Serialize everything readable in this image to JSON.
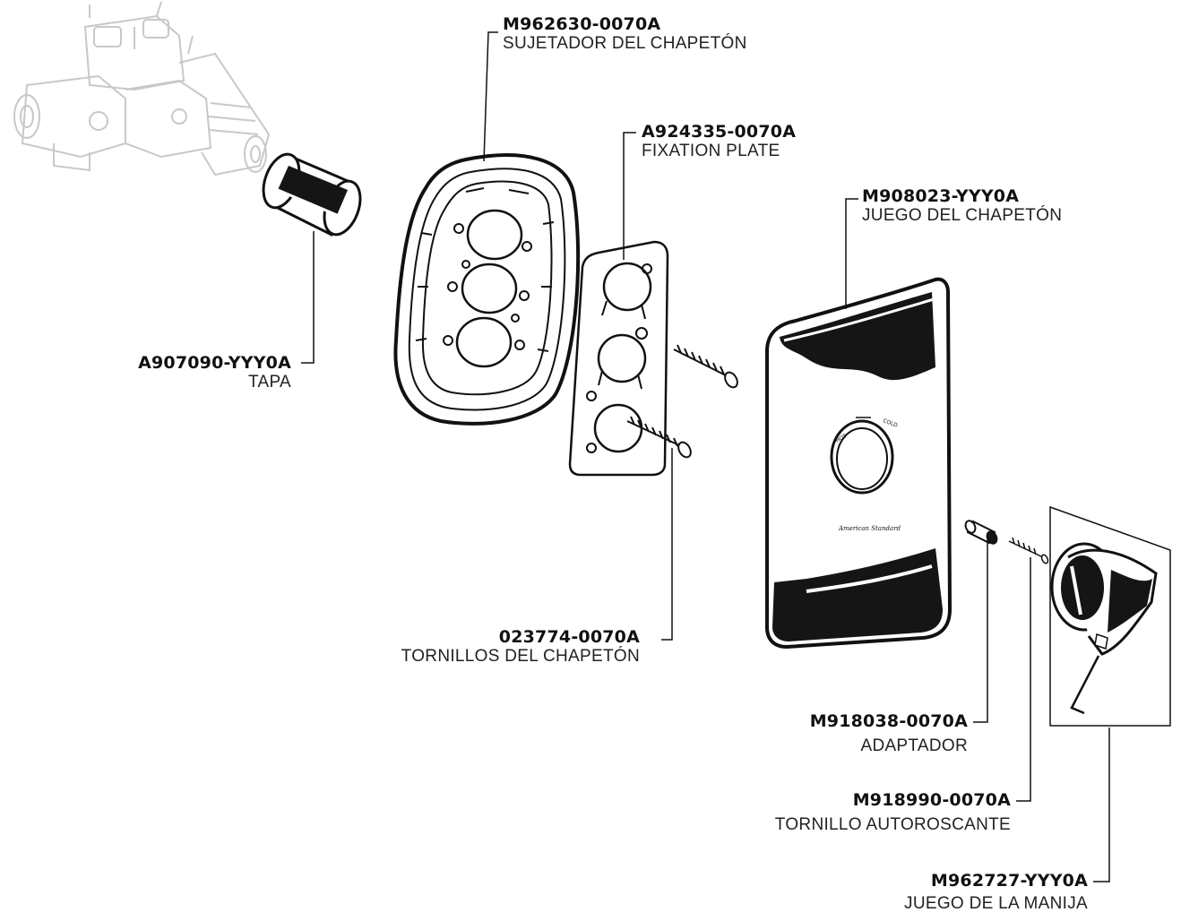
{
  "parts": [
    {
      "part_number": "M962630-0070A",
      "description": "SUJETADOR DEL CHAPETÓN"
    },
    {
      "part_number": "A924335-0070A",
      "description": "FIXATION PLATE"
    },
    {
      "part_number": "M908023-YYY0A",
      "description": "JUEGO DEL CHAPETÓN"
    },
    {
      "part_number": "A907090-YYY0A",
      "description": "TAPA"
    },
    {
      "part_number": "023774-0070A",
      "description": "TORNILLOS DEL CHAPETÓN"
    },
    {
      "part_number": "M918038-0070A",
      "description": "ADAPTADOR"
    },
    {
      "part_number": "M918990-0070A",
      "description": "TORNILLO AUTOROSCANTE"
    },
    {
      "part_number": "M962727-YYY0A",
      "description": "JUEGO DE LA MANIJA"
    }
  ],
  "escutcheon_markings": {
    "left": "HOT",
    "center": "COLD",
    "brand": "American Standard"
  },
  "colors": {
    "line": "#111111",
    "valve_ghost": "#c8c8c8",
    "chrome_dark": "#151515",
    "chrome_light": "#ffffff"
  }
}
